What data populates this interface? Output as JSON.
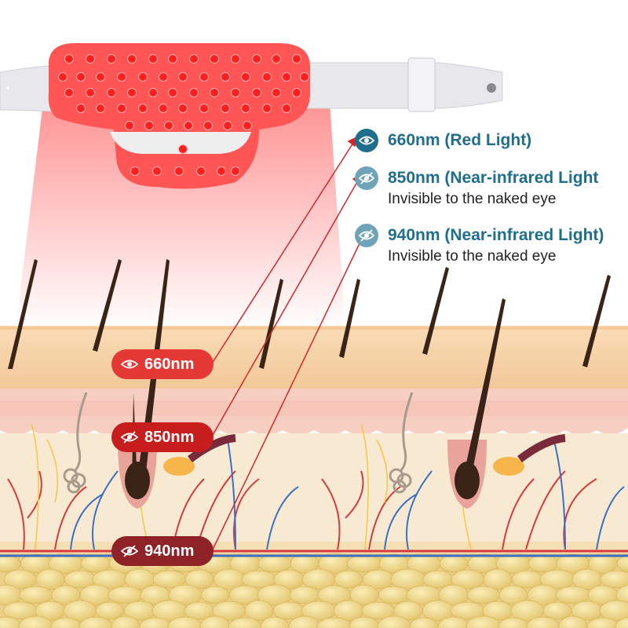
{
  "legend": [
    {
      "title": "660nm (Red Light)",
      "subtitle": "",
      "icon": "eye-icon",
      "color": "#1e6e8c"
    },
    {
      "title": "850nm (Near-infrared Light",
      "subtitle": "Invisible to the naked eye",
      "icon": "eye-slash-icon",
      "color": "#6fa3b8"
    },
    {
      "title": "940nm (Near-infrared Light)",
      "subtitle": "Invisible to the naked eye",
      "icon": "eye-slash-icon",
      "color": "#6fa3b8"
    }
  ],
  "pills": [
    {
      "label": "660nm",
      "icon": "eye-icon",
      "color": "#e53935"
    },
    {
      "label": "850nm",
      "icon": "eye-slash-icon",
      "color": "#c81d1d"
    },
    {
      "label": "940nm",
      "icon": "eye-slash-icon",
      "color": "#8e2226"
    }
  ],
  "colors": {
    "led_red": "#ff2a2a",
    "pad_red": "#ff5050",
    "belt": "#e9e9ec",
    "epidermis": "#f6d5ac",
    "dermis": "#f8e9cf",
    "fat": "#ecd48a",
    "hair": "#3a2418",
    "arrow": "#d3262c"
  }
}
